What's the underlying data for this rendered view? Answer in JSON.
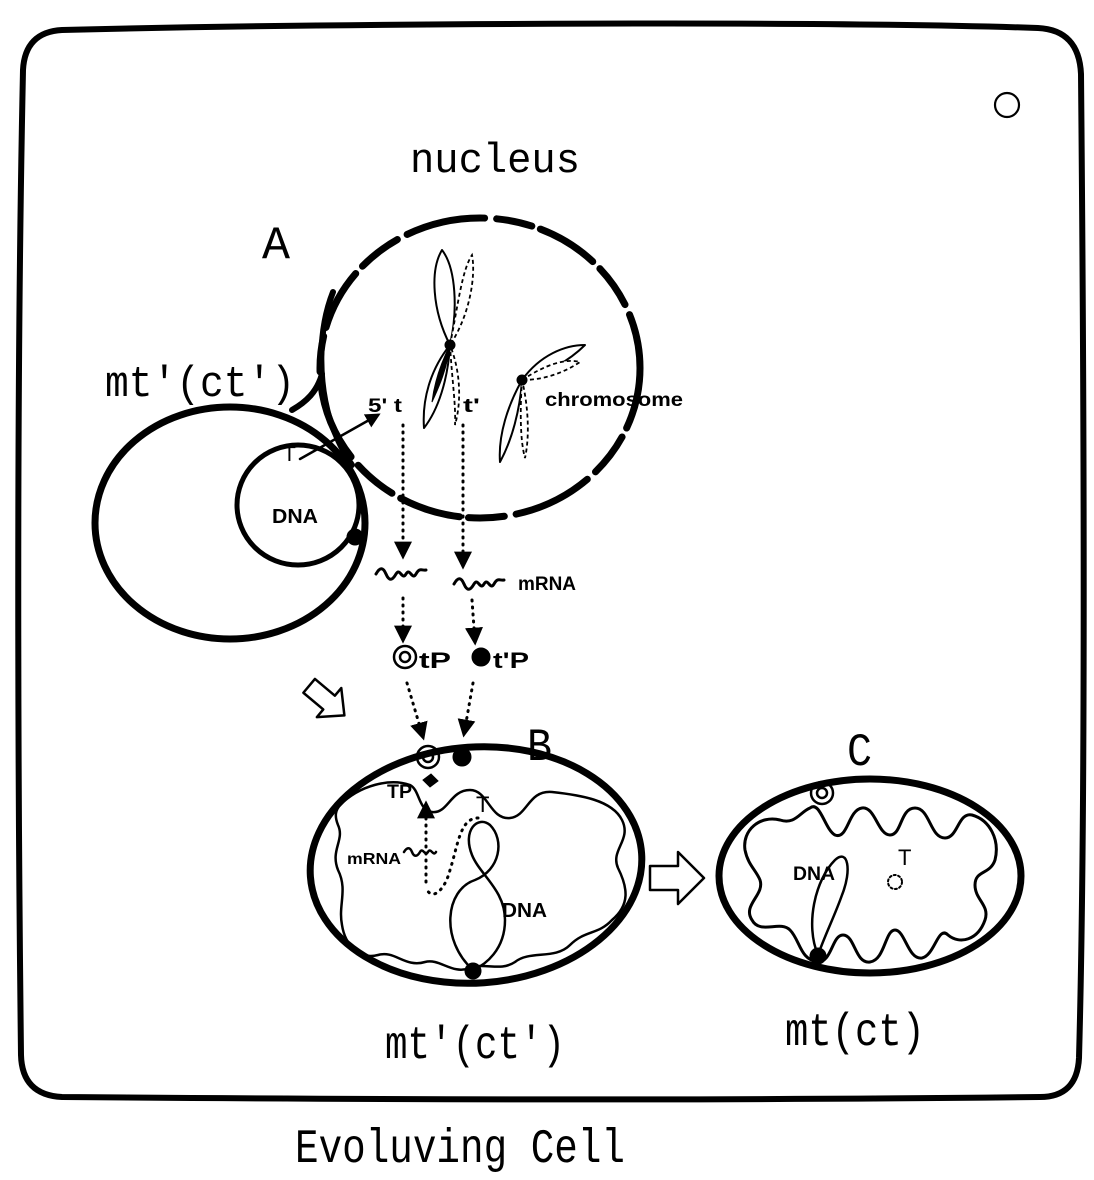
{
  "colors": {
    "ink": "#000000",
    "background": "#ffffff"
  },
  "nucleus": {
    "label": "nucleus"
  },
  "stage_a": {
    "letter": "A",
    "organelle_label": "mt'(ct')",
    "organelle_gene_label": "T",
    "organelle_dna_label": "DNA",
    "transferred_gene_label": "5' t",
    "nuclear_gene_label": "t'",
    "chromosome_label": "chromosome",
    "mrna_label": "mRNA",
    "protein_tp_label": "tP",
    "protein_t_prime_p_label": "t'P"
  },
  "stage_b": {
    "letter": "B",
    "protein_label": "TP",
    "gene_label": "T",
    "mrna_label": "mRNA",
    "dna_label": "DNA",
    "organelle_label": "mt'(ct')"
  },
  "stage_c": {
    "letter": "C",
    "dna_label": "DNA",
    "gene_label": "T",
    "organelle_label": "mt(ct)"
  },
  "caption": "Evoluving Cell"
}
